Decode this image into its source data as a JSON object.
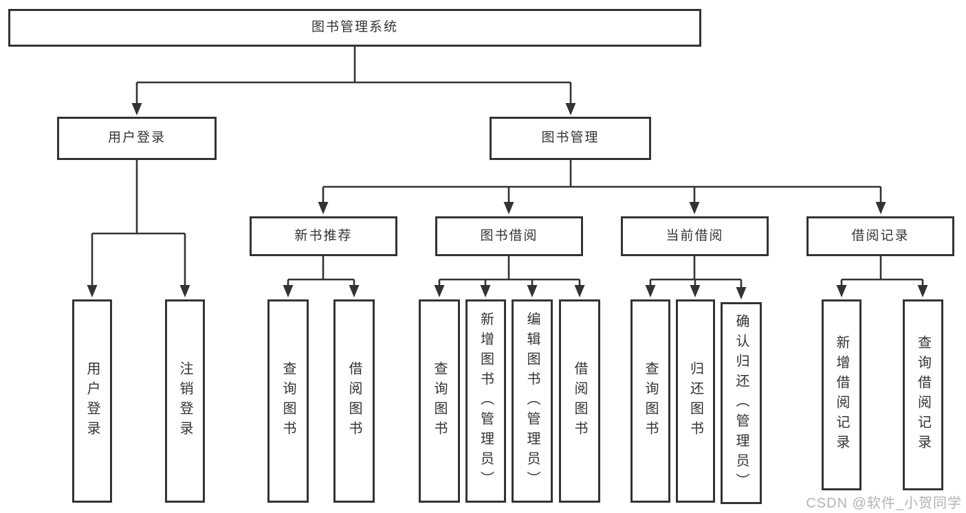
{
  "tree": {
    "root": {
      "label": "图书管理系统",
      "children": [
        {
          "label": "用户登录",
          "children": [
            {
              "label": "用户登录"
            },
            {
              "label": "注销登录"
            }
          ]
        },
        {
          "label": "图书管理",
          "children": [
            {
              "label": "新书推荐",
              "children": [
                {
                  "label": "查询图书"
                },
                {
                  "label": "借阅图书"
                }
              ]
            },
            {
              "label": "图书借阅",
              "children": [
                {
                  "label": "查询图书"
                },
                {
                  "label": "新增图书（管理员）"
                },
                {
                  "label": "编辑图书（管理员）"
                },
                {
                  "label": "借阅图书"
                }
              ]
            },
            {
              "label": "当前借阅",
              "children": [
                {
                  "label": "查询图书"
                },
                {
                  "label": "归还图书"
                },
                {
                  "label": "确认归还（管理员）"
                }
              ]
            },
            {
              "label": "借阅记录",
              "children": [
                {
                  "label": "新增借阅记录"
                },
                {
                  "label": "查询借阅记录"
                }
              ]
            }
          ]
        }
      ]
    }
  },
  "watermark": {
    "text": "CSDN @软件_小贺同学"
  },
  "colors": {
    "line": "#333333",
    "box_border": "#333333",
    "text": "#333333",
    "watermark": "#b2b2b8",
    "background": "#ffffff"
  }
}
